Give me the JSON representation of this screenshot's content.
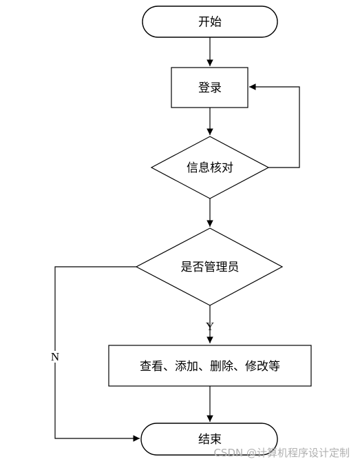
{
  "flowchart": {
    "nodes": {
      "start": "开始",
      "login": "登录",
      "verify": "信息核对",
      "is_admin": "是否管理员",
      "actions": "查看、添加、删除、修改等",
      "end": "结束"
    },
    "edges": {
      "yes_label": "Y",
      "no_label": "N"
    }
  },
  "watermark": "CSDN @计算机程序设计定制"
}
